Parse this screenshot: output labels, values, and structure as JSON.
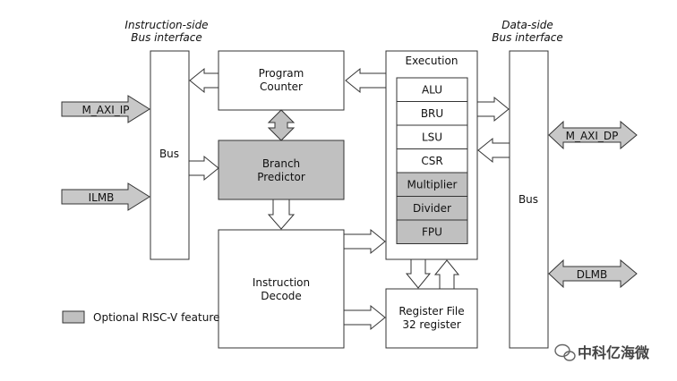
{
  "headers": {
    "instruction_side_line1": "Instruction-side",
    "instruction_side_line2": "Bus interface",
    "data_side_line1": "Data-side",
    "data_side_line2": "Bus interface"
  },
  "blocks": {
    "left_bus": "Bus",
    "right_bus": "Bus",
    "program_counter_line1": "Program",
    "program_counter_line2": "Counter",
    "branch_predictor_line1": "Branch",
    "branch_predictor_line2": "Predictor",
    "instruction_decode_line1": "Instruction",
    "instruction_decode_line2": "Decode",
    "execution": "Execution",
    "register_file_line1": "Register File",
    "register_file_line2": "32 register"
  },
  "execution_units": [
    {
      "label": "ALU",
      "optional": false
    },
    {
      "label": "BRU",
      "optional": false
    },
    {
      "label": "LSU",
      "optional": false
    },
    {
      "label": "CSR",
      "optional": false
    },
    {
      "label": "Multiplier",
      "optional": true
    },
    {
      "label": "Divider",
      "optional": true
    },
    {
      "label": "FPU",
      "optional": true
    }
  ],
  "ports": {
    "m_axi_ip": "M_AXI_IP",
    "ilmb": "ILMB",
    "m_axi_dp": "M_AXI_DP",
    "dlmb": "DLMB"
  },
  "legend": {
    "optional_label": "Optional RISC-V feature"
  },
  "watermark": {
    "text": "中科亿海微"
  },
  "colors": {
    "optional_fill": "#c0c0c0",
    "port_fill": "#c8c8c8",
    "stroke": "#333333"
  }
}
